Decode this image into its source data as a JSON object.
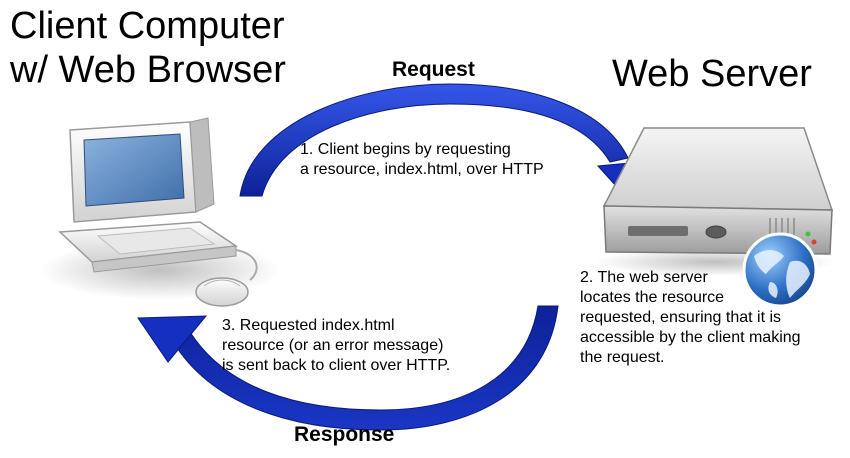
{
  "client": {
    "title_line1": "Client Computer",
    "title_line2": "w/ Web Browser"
  },
  "server": {
    "title": "Web Server"
  },
  "request": {
    "label": "Request",
    "step_lines": [
      "1. Client begins by requesting",
      "a resource, index.html, over HTTP"
    ]
  },
  "server_step": {
    "lines": [
      "2. The web server",
      "locates the resource",
      "requested, ensuring that it is",
      "accessible by the client making",
      "the request."
    ]
  },
  "response": {
    "label": "Response",
    "step_lines": [
      "3. Requested index.html",
      "resource (or an error message)",
      "is sent back to client over HTTP."
    ]
  },
  "colors": {
    "arrow_blue": "#1f3fd0",
    "arrow_dark": "#0b1f86",
    "screen_blue": "#4f7fb8",
    "globe_blue": "#2d6fc4"
  },
  "icons": {
    "client": "desktop-computer-icon",
    "server": "server-icon",
    "globe": "globe-icon"
  }
}
